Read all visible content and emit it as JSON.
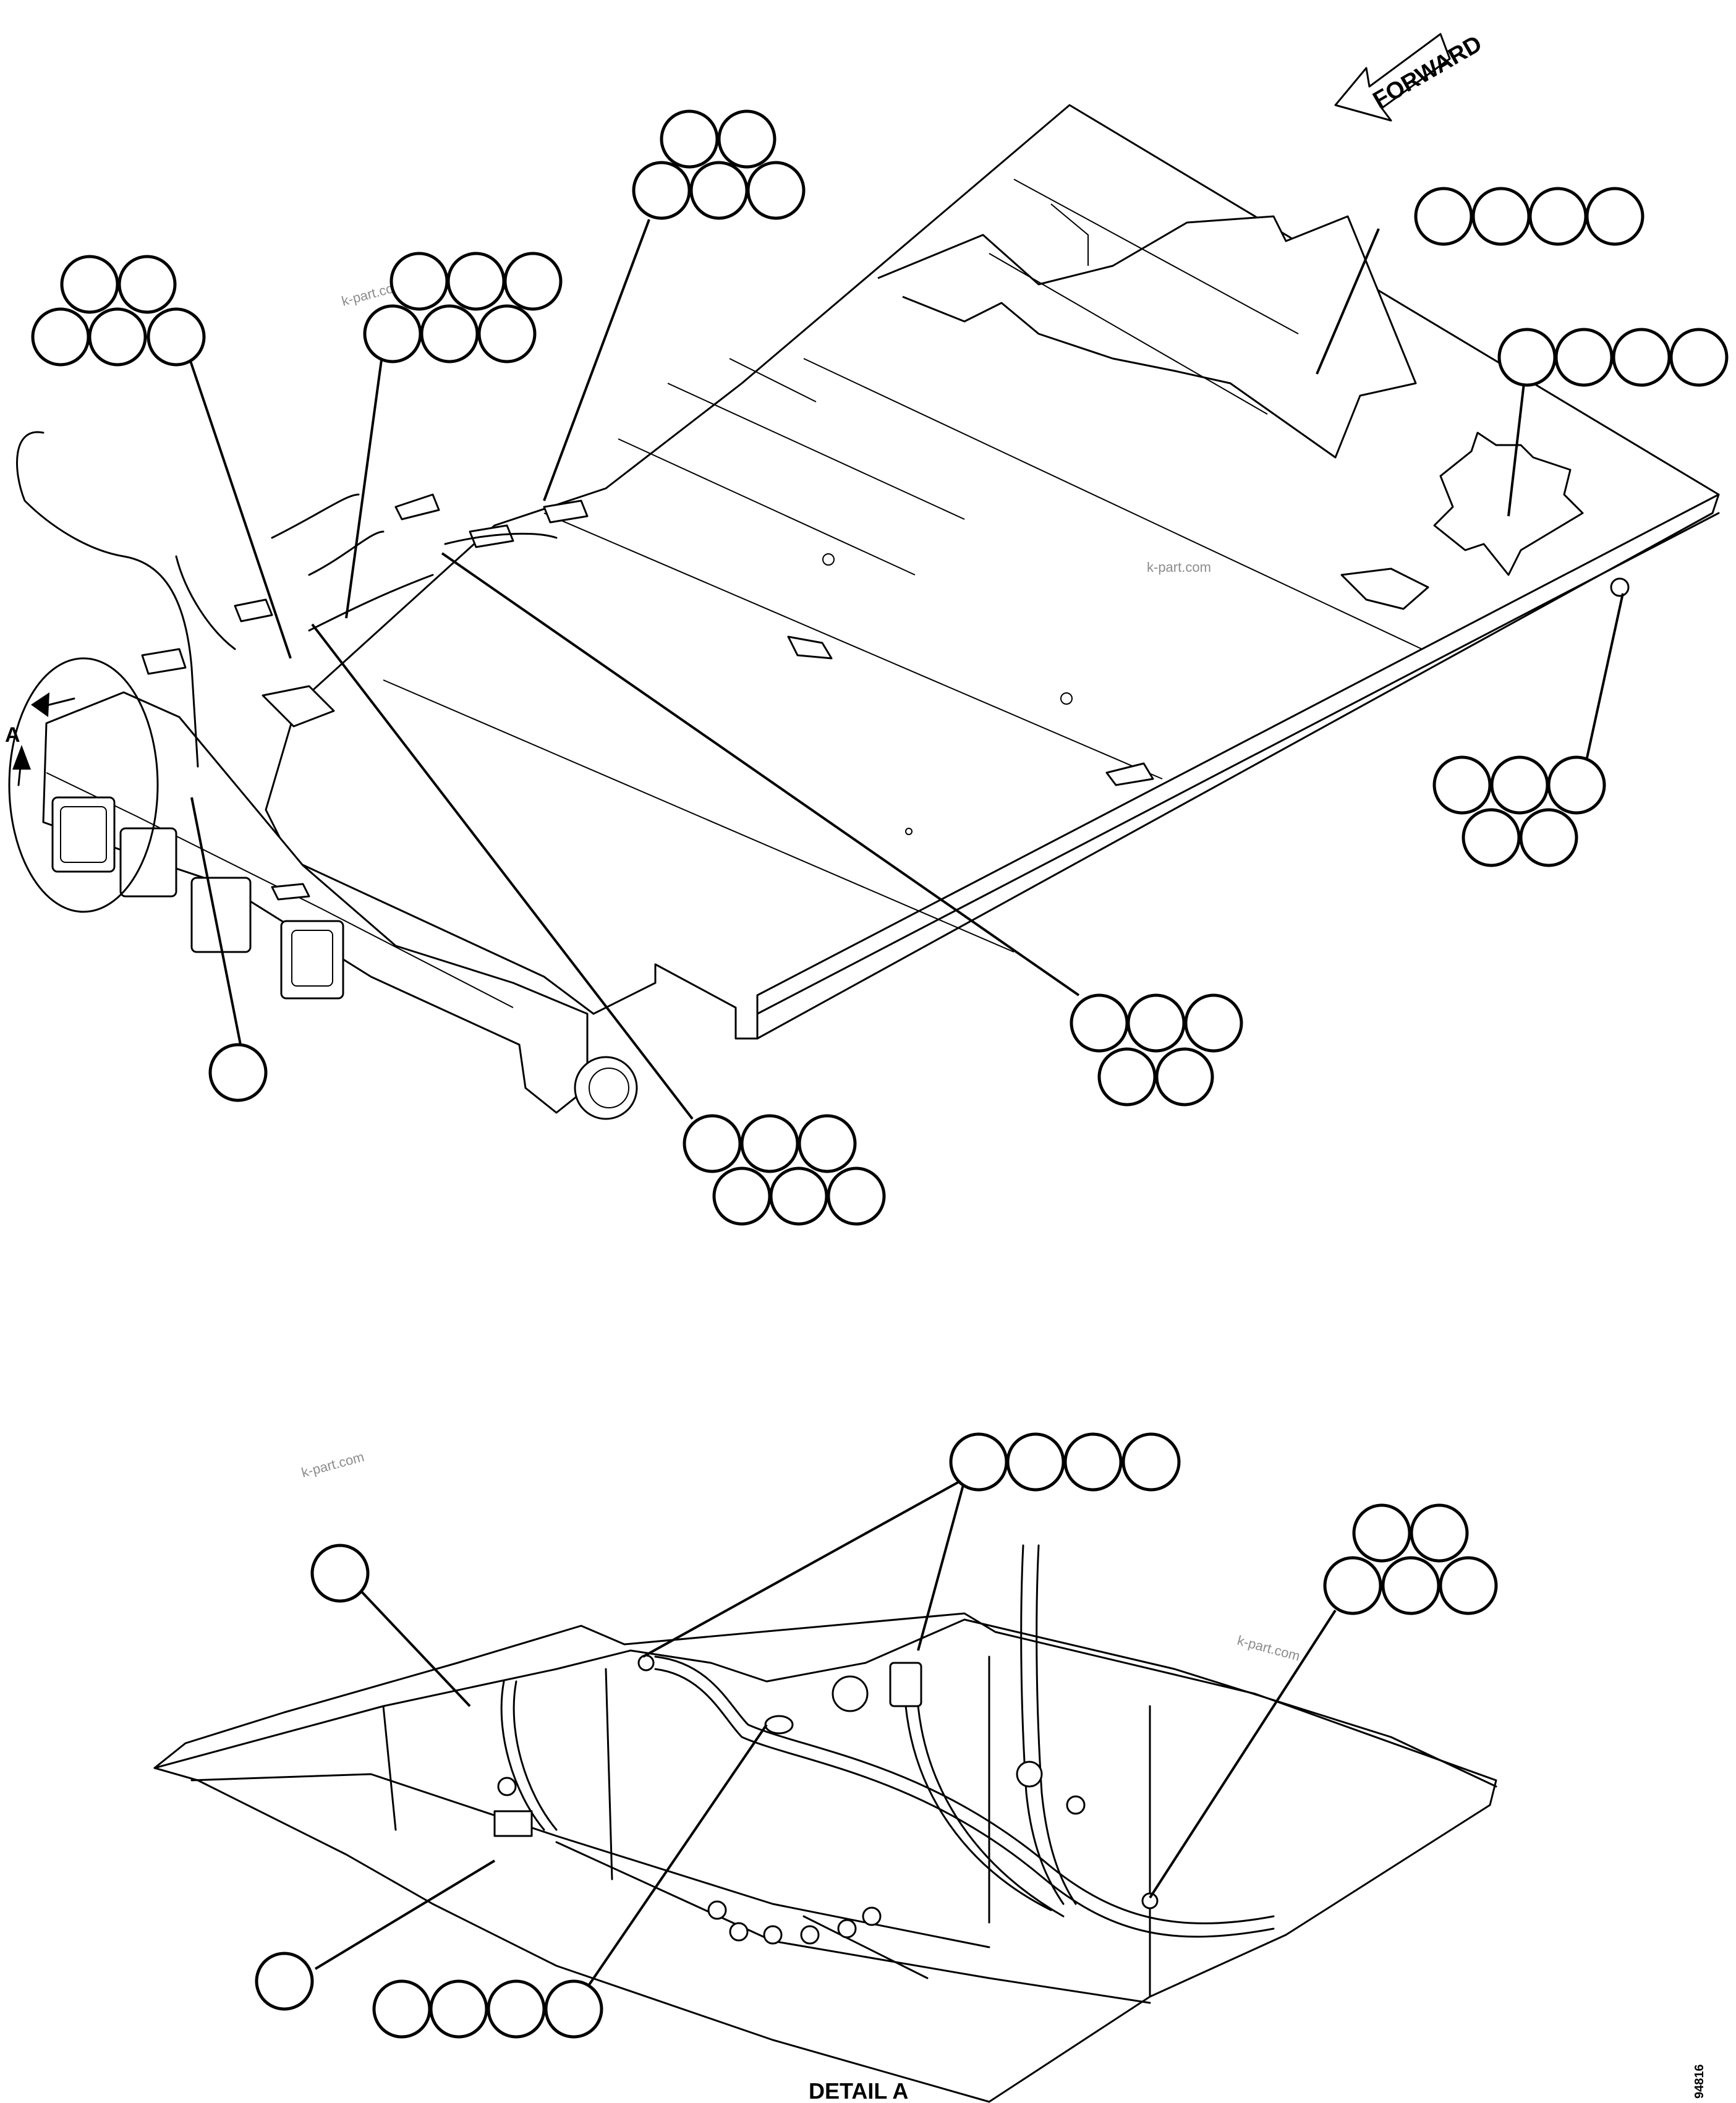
{
  "direction_label": "FORWARD",
  "detail_marker": "A",
  "detail_caption": "DETAIL A",
  "watermark": "k-part.com",
  "drawing_number": "94816",
  "callout_bubbles": {
    "note": "reference callout circles are drawn empty (no part numbers printed)",
    "groups": [
      {
        "id": "upper-left-stack",
        "count": 5
      },
      {
        "id": "upper-mid-stack",
        "count": 6
      },
      {
        "id": "upper-top-stack",
        "count": 5
      },
      {
        "id": "upper-right-row",
        "count": 4
      },
      {
        "id": "right-row",
        "count": 4
      },
      {
        "id": "right-lower-stack",
        "count": 5
      },
      {
        "id": "center-lower-stack",
        "count": 5
      },
      {
        "id": "bottom-center-stack",
        "count": 6
      },
      {
        "id": "left-single",
        "count": 1
      },
      {
        "id": "detail-top-row",
        "count": 4
      },
      {
        "id": "detail-right-stack",
        "count": 5
      },
      {
        "id": "detail-left-single",
        "count": 1
      },
      {
        "id": "detail-lower-left-single",
        "count": 1
      },
      {
        "id": "detail-bottom-row",
        "count": 4
      }
    ]
  }
}
